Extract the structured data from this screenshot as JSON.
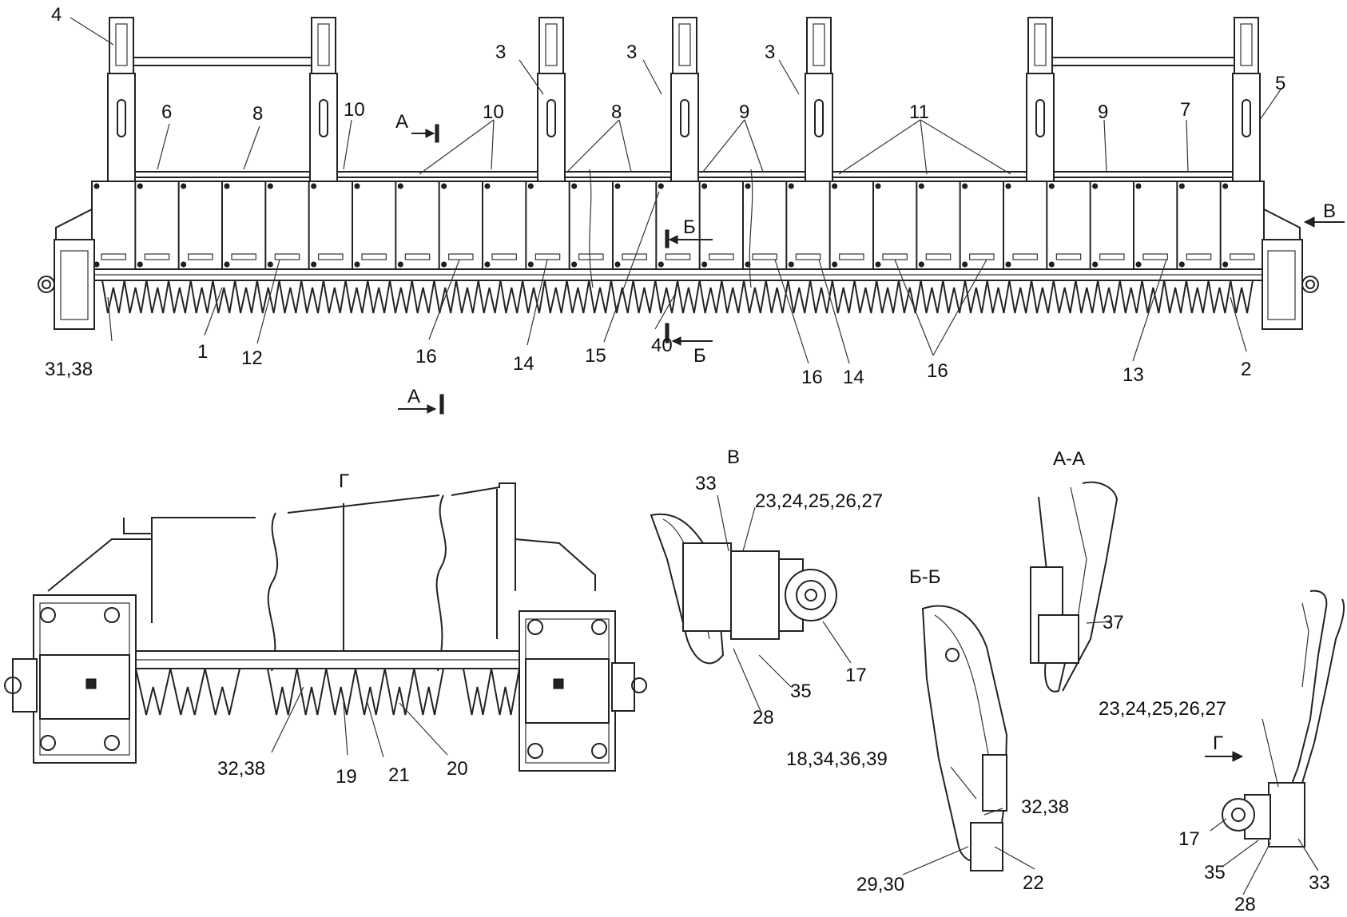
{
  "main_view": {
    "callouts": {
      "c4": "4",
      "c3a": "3",
      "c3b": "3",
      "c3c": "3",
      "c5": "5",
      "c6": "6",
      "c8a": "8",
      "c10a": "10",
      "c10b": "10",
      "c8b": "8",
      "c9a": "9",
      "c11": "11",
      "c9b": "9",
      "c7": "7",
      "c3138": "31,38",
      "c1": "1",
      "c12": "12",
      "c16a": "16",
      "c14a": "14",
      "c15": "15",
      "c40": "40",
      "c16b": "16",
      "c14b": "14",
      "c16c": "16",
      "c13": "13",
      "c2": "2"
    },
    "section_markers": {
      "a_top": "А",
      "a_bottom": "А",
      "b_top": "Б",
      "b_bottom": "Б",
      "v_view": "В"
    }
  },
  "view_g": {
    "title": "Г",
    "callouts": {
      "c3238": "32,38",
      "c19": "19",
      "c21": "21",
      "c20": "20"
    }
  },
  "view_v": {
    "title": "В",
    "callouts": {
      "c33": "33",
      "c2327": "23,24,25,26,27",
      "c17": "17",
      "c35": "35",
      "c28": "28"
    }
  },
  "section_bb": {
    "title": "Б-Б",
    "callouts": {
      "c18": "18,34,36,39",
      "c3238": "32,38",
      "c2930": "29,30",
      "c22": "22"
    }
  },
  "section_aa": {
    "title": "А-А",
    "callouts": {
      "c37": "37"
    }
  },
  "view_g_side": {
    "arrow_label": "Г",
    "callouts": {
      "c2327": "23,24,25,26,27",
      "c17": "17",
      "c35": "35",
      "c28": "28",
      "c33": "33"
    }
  }
}
